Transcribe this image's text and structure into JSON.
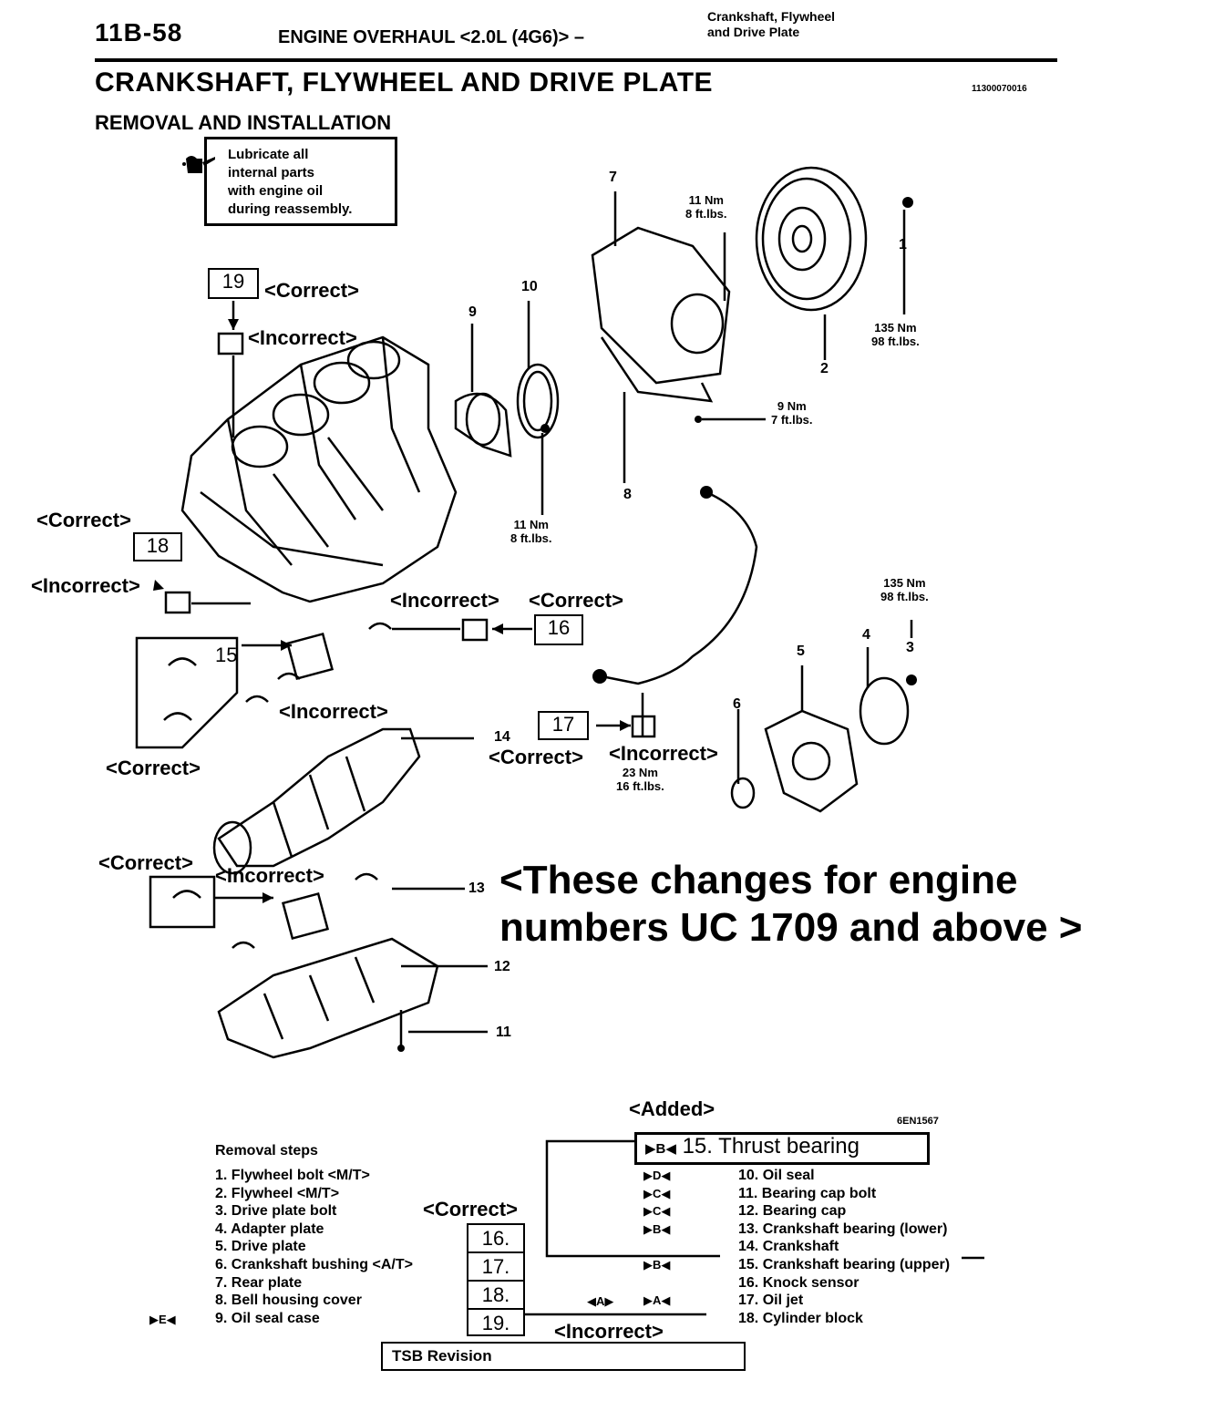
{
  "header": {
    "page_number": "11B-58",
    "title": "ENGINE OVERHAUL <2.0L (4G6)> –",
    "right_line1": "Crankshaft, Flywheel",
    "right_line2": "and Drive Plate"
  },
  "section": {
    "title": "CRANKSHAFT, FLYWHEEL AND DRIVE PLATE",
    "code": "11300070016",
    "subtitle": "REMOVAL AND INSTALLATION"
  },
  "lube_note": {
    "line1": "Lubricate all",
    "line2": "internal parts",
    "line3": "with engine oil",
    "line4": "during reassembly."
  },
  "diagram_labels": {
    "correct": "<Correct>",
    "incorrect": "<Incorrect>",
    "box19": "19",
    "box18": "18",
    "box16": "16",
    "box17": "17",
    "box15": "15",
    "p1": "1",
    "p2": "2",
    "p3": "3",
    "p4": "4",
    "p5": "5",
    "p6": "6",
    "p7": "7",
    "p8": "8",
    "p9": "9",
    "p10": "10",
    "p11": "11",
    "p12": "12",
    "p13": "13",
    "p14": "14",
    "tq_11nm": "11 Nm",
    "tq_8ftlbs": "8 ft.lbs.",
    "tq_135nm": "135 Nm",
    "tq_98ftlbs": "98 ft.lbs.",
    "tq_9nm": "9 Nm",
    "tq_7ftlbs": "7 ft.lbs.",
    "tq_23nm": "23 Nm",
    "tq_16ftlbs": "16 ft.lbs."
  },
  "notice": {
    "line1": "<These changes for engine",
    "line2": "numbers UC 1709 and above >"
  },
  "added_label": "<Added>",
  "figure_code": "6EN1567",
  "thrust": {
    "marker": "▶B◀",
    "text": "15. Thrust bearing"
  },
  "removal": {
    "title": "Removal steps",
    "steps": [
      "1. Flywheel bolt <M/T>",
      "2. Flywheel <M/T>",
      "3. Drive plate bolt",
      "4. Adapter plate",
      "5. Drive plate",
      "6. Crankshaft bushing <A/T>",
      "7. Rear plate",
      "8. Bell housing cover",
      "9. Oil seal case"
    ],
    "step9_marker": "▶E◀"
  },
  "correct_numbers": [
    "16.",
    "17.",
    "18.",
    "19."
  ],
  "bottom_correct": "<Correct>",
  "bottom_incorrect": "<Incorrect>",
  "marker_a": "◀A▶",
  "install": {
    "steps": [
      {
        "marker": "▶D◀",
        "text": "10. Oil seal"
      },
      {
        "marker": "▶C◀",
        "text": "11. Bearing cap bolt"
      },
      {
        "marker": "▶C◀",
        "text": "12. Bearing cap"
      },
      {
        "marker": "▶B◀",
        "text": "13. Crankshaft bearing (lower)"
      },
      {
        "marker": "",
        "text": "14. Crankshaft"
      },
      {
        "marker": "▶B◀",
        "text": "15. Crankshaft bearing (upper)"
      },
      {
        "marker": "",
        "text": "16. Knock sensor"
      },
      {
        "marker": "▶A◀",
        "text": "17. Oil jet"
      },
      {
        "marker": "",
        "text": "18. Cylinder block"
      }
    ]
  },
  "tsb": "TSB Revision"
}
